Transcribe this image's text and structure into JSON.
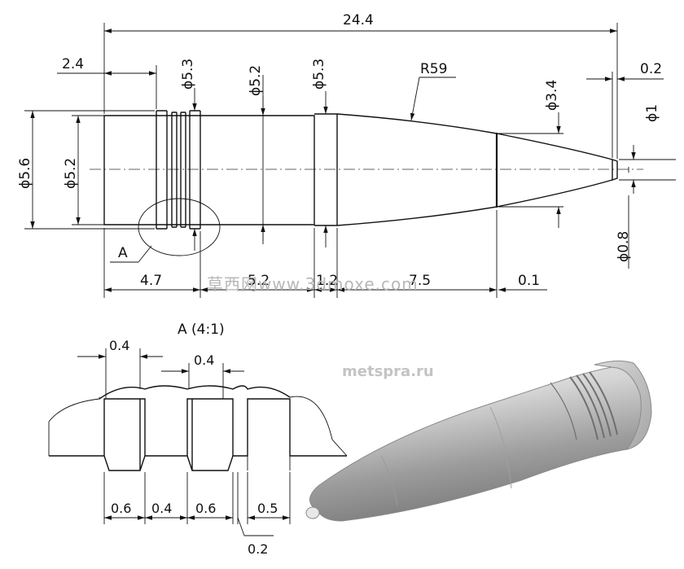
{
  "drawing": {
    "dimensions": {
      "overall_length": "24.4",
      "band_offset": "2.4",
      "groove_dia_1": "ϕ5.3",
      "body_dia": "ϕ5.2",
      "band_dia_2": "ϕ5.3",
      "ogive_radius": "R59",
      "tip_gap": "0.2",
      "tip_cone_dia": "ϕ3.4",
      "tip_flat_dia": "ϕ1",
      "max_dia": "ϕ5.6",
      "base_dia": "ϕ5.2",
      "meplat_dia": "ϕ0.8",
      "len_a": "4.7",
      "len_b": "5.2",
      "len_c": "1.2",
      "len_d": "7.5",
      "len_e": "0.1"
    },
    "detail_label": "A",
    "detail_title": "A (4:1)",
    "detail_dims": {
      "top_1": "0.4",
      "top_2": "0.4",
      "bot_1": "0.6",
      "bot_2": "0.4",
      "bot_3": "0.6",
      "bot_4": "0.5",
      "bot_5": "0.2"
    },
    "watermarks": {
      "cn": "草西网www.3dmoxe.com",
      "site": "metspra.ru"
    }
  }
}
